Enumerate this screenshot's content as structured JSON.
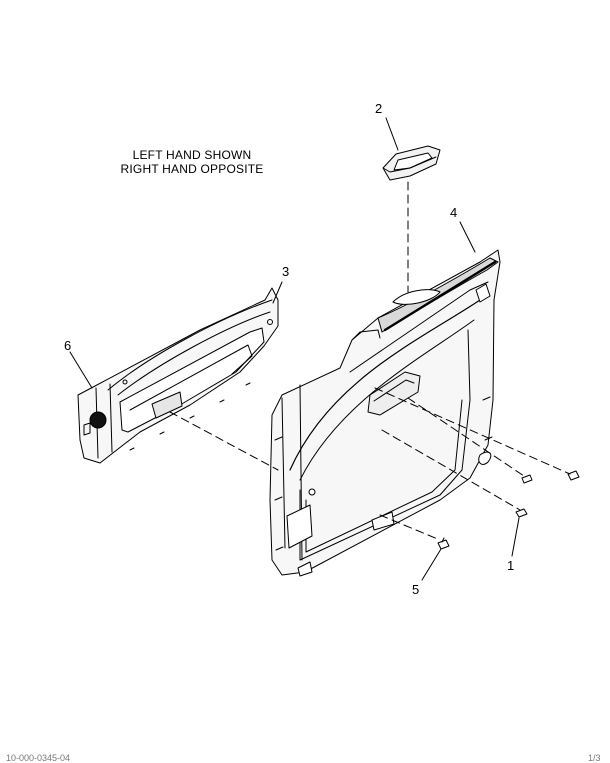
{
  "note": {
    "line1": "LEFT HAND SHOWN",
    "line2": "RIGHT HAND OPPOSITE"
  },
  "callouts": [
    "1",
    "2",
    "3",
    "4",
    "5",
    "6"
  ],
  "footer": {
    "left": "10-000-0345-04",
    "right": "1/3"
  }
}
